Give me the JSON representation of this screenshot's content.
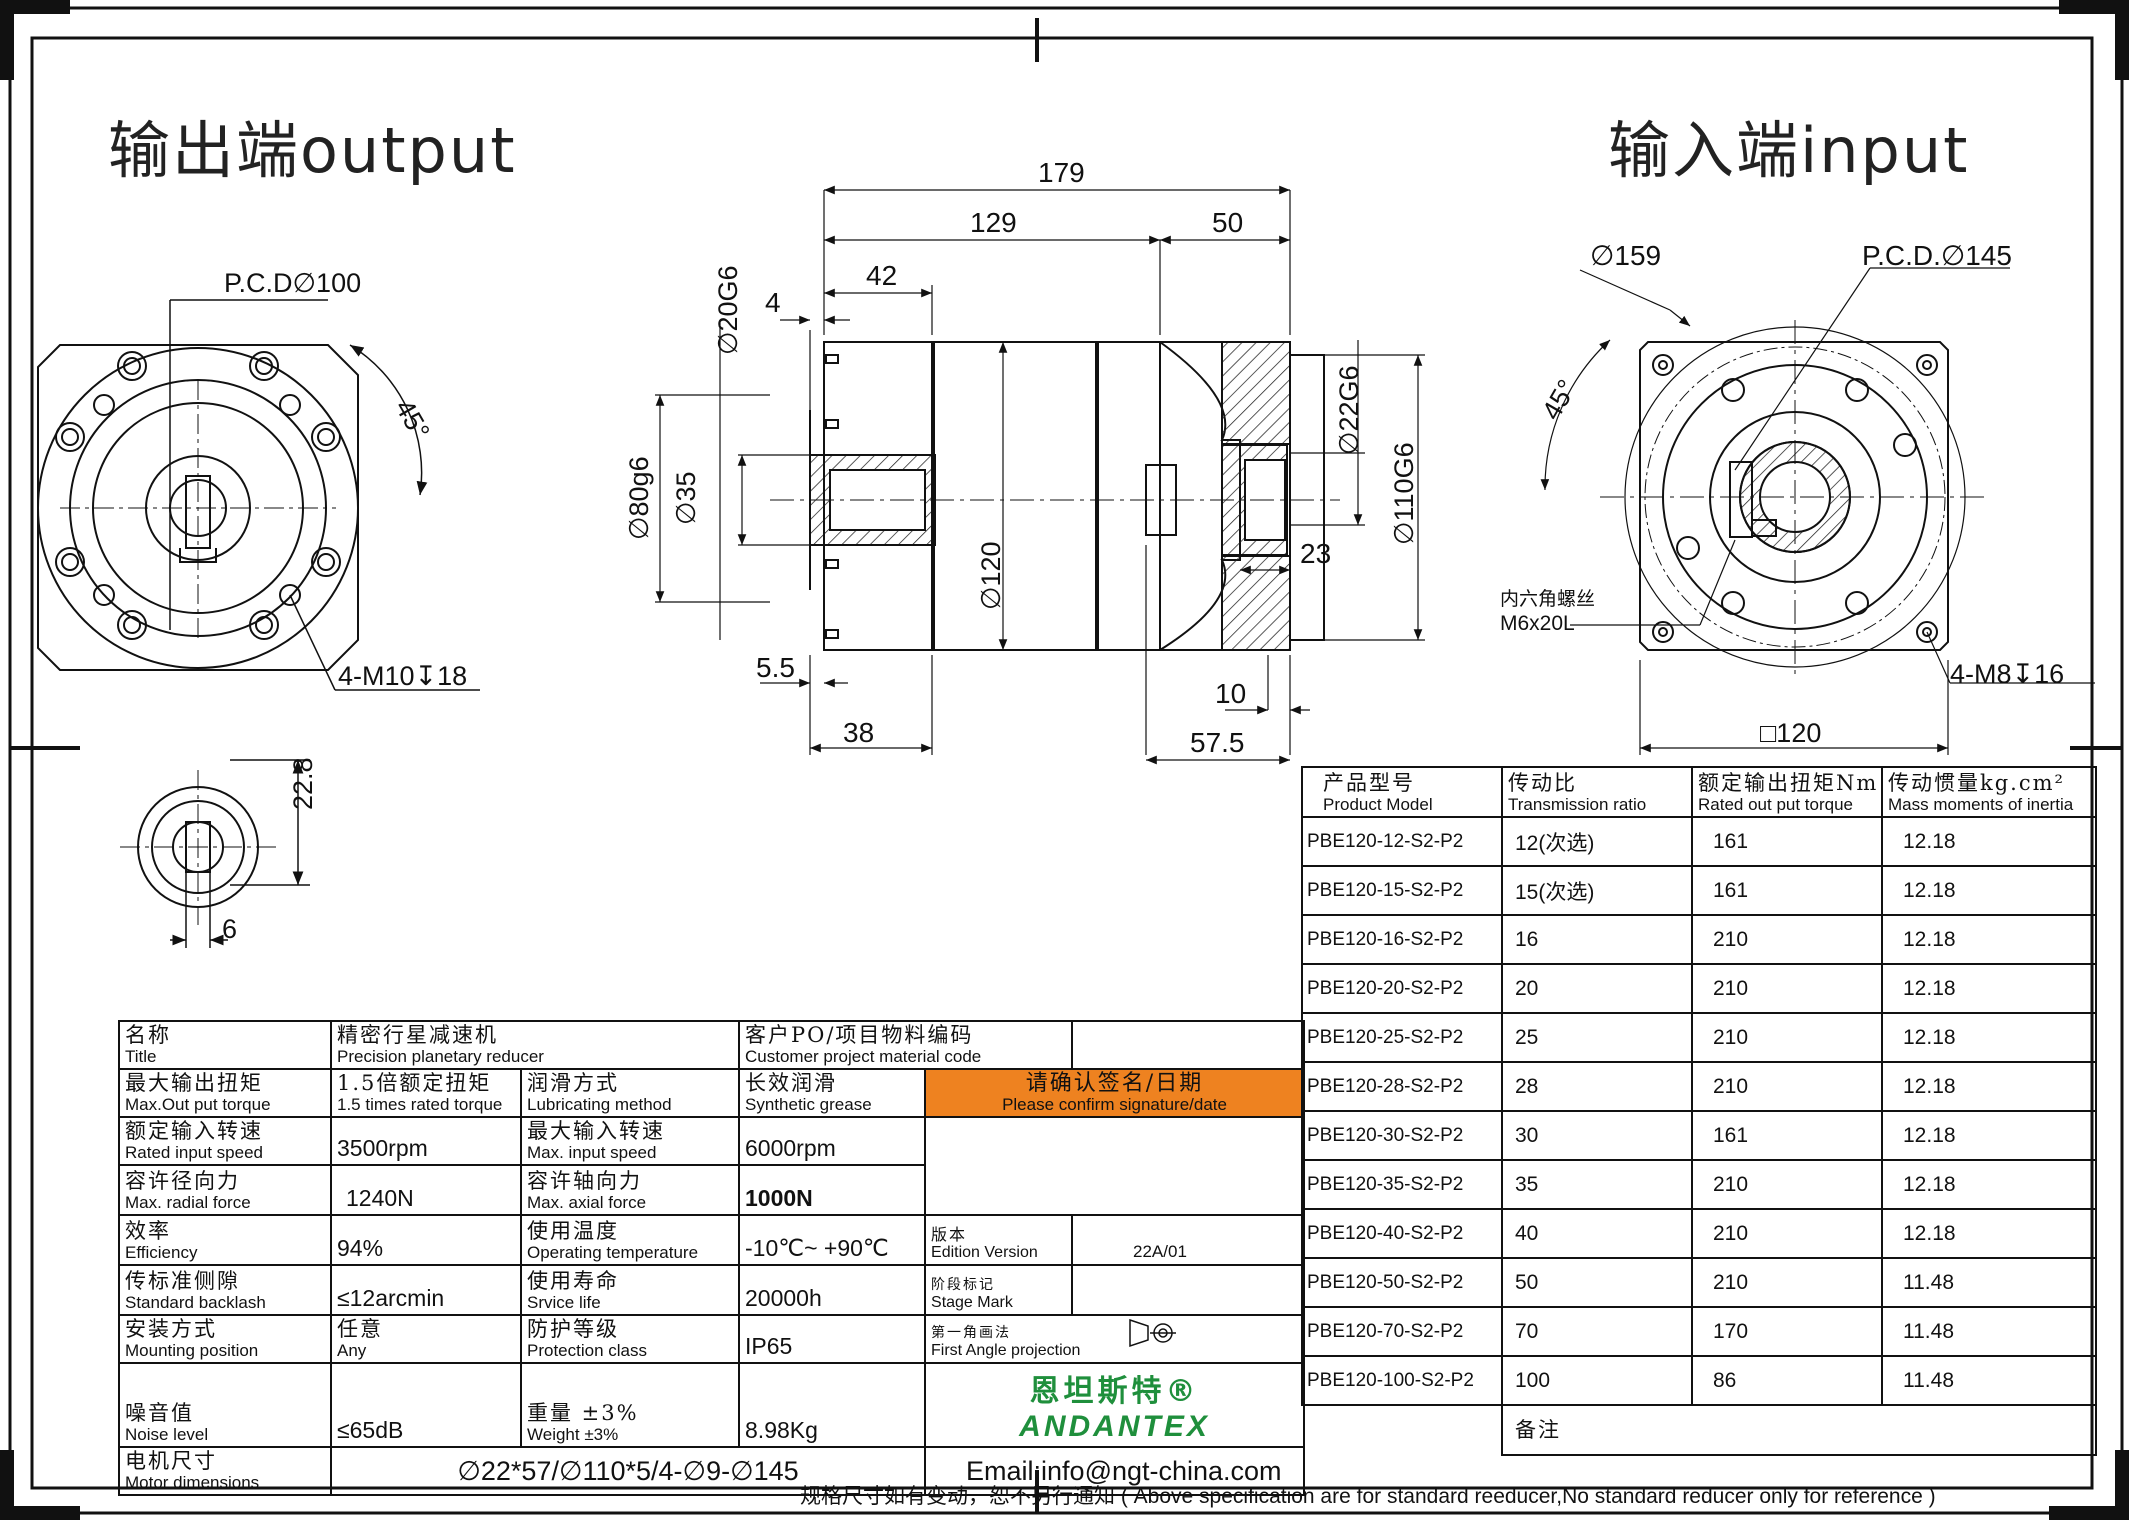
{
  "views": {
    "output_title": "输出端output",
    "input_title": "输入端input",
    "output": {
      "pcd": "P.C.D∅100",
      "angle": "45°",
      "thread": "4-M10↧18"
    },
    "keyway": {
      "height": "22.8",
      "width": "6"
    },
    "side": {
      "overall_length": "179",
      "body_length": "129",
      "input_length": "50",
      "flange_offset": "42",
      "shaft_step": "4",
      "shaft_dia": "∅20G6",
      "pilot_dia": "∅80g6",
      "key_dia": "∅35",
      "body_dia": "∅120",
      "input_bore": "∅22G6",
      "input_pilot": "∅110G6",
      "bore_depth": "23",
      "shoulder": "5.5",
      "shaft_len": "38",
      "rear_step": "10",
      "rear_len": "57.5"
    },
    "input": {
      "outer_dia": "∅159",
      "pcd": "P.C.D.∅145",
      "angle": "45°",
      "screw_zh": "内六角螺丝",
      "screw": "M6x20L",
      "thread": "4-M8↧16",
      "square": "□120"
    }
  },
  "spec": {
    "title_zh": "名称",
    "title_en": "Title",
    "title_val_zh": "精密行星减速机",
    "title_val_en": "Precision planetary reducer",
    "cust_zh": "客户PO/项目物料编码",
    "cust_en": "Customer project material code",
    "torque_zh": "最大输出扭矩",
    "torque_en": "Max.Out put torque",
    "torque_val_zh": "1.5倍额定扭矩",
    "torque_val_en": "1.5 times rated torque",
    "lub_zh": "润滑方式",
    "lub_en": "Lubricating method",
    "lub_val_zh": "长效润滑",
    "lub_val_en": "Synthetic grease",
    "confirm_zh": "请确认签名/日期",
    "confirm_en": "Please confirm signature/date",
    "rin_zh": "额定输入转速",
    "rin_en": "Rated input speed",
    "rin_val": "3500rpm",
    "maxin_zh": "最大输入转速",
    "maxin_en": "Max. input speed",
    "maxin_val": "6000rpm",
    "rad_zh": "容许径向力",
    "rad_en": "Max. radial force",
    "rad_val": "1240N",
    "ax_zh": "容许轴向力",
    "ax_en": "Max. axial force",
    "ax_val": "1000N",
    "eff_zh": "效率",
    "eff_en": "Efficiency",
    "eff_val": "94%",
    "temp_zh": "使用温度",
    "temp_en": "Operating temperature",
    "temp_val": "-10℃~ +90℃",
    "ed_zh": "版本",
    "ed_en": "Edition Version",
    "ed_val": "22A/01",
    "bl_zh": "传标准侧隙",
    "bl_en": "Standard backlash",
    "bl_val": "≤12arcmin",
    "life_zh": "使用寿命",
    "life_en": "Srvice life",
    "life_val": "20000h",
    "stage_zh": "阶段标记",
    "stage_en": "Stage Mark",
    "mount_zh": "安装方式",
    "mount_en": "Mounting position",
    "mount_val_zh": "任意",
    "mount_val_en": "Any",
    "prot_zh": "防护等级",
    "prot_en": "Protection class",
    "prot_val": "IP65",
    "proj_zh": "第一角画法",
    "proj_en": "First Angle projection",
    "noise_zh": "噪音值",
    "noise_en": "Noise level",
    "noise_val": "≤65dB",
    "wt_zh": "重量 ±3%",
    "wt_en": "Weight ±3%",
    "wt_val": "8.98Kg",
    "brand_zh": "恩坦斯特®",
    "brand_en": "ANDANTEX",
    "motor_zh": "电机尺寸",
    "motor_en": "Motor dimensions",
    "motor_val": "∅22*57/∅110*5/4-∅9-∅145",
    "email": "Email:info@ngt-china.com",
    "remark": "备注"
  },
  "product_table": {
    "headers": [
      {
        "zh": "产品型号",
        "en": "Product Model"
      },
      {
        "zh": "传动比",
        "en": "Transmission ratio"
      },
      {
        "zh": "额定输出扭矩Nm",
        "en": "Rated out put torque"
      },
      {
        "zh": "传动惯量kg.cm²",
        "en": "Mass moments of inertia"
      }
    ],
    "rows": [
      [
        "PBE120-12-S2-P2",
        "12(次选)",
        "161",
        "12.18"
      ],
      [
        "PBE120-15-S2-P2",
        "15(次选)",
        "161",
        "12.18"
      ],
      [
        "PBE120-16-S2-P2",
        "16",
        "210",
        "12.18"
      ],
      [
        "PBE120-20-S2-P2",
        "20",
        "210",
        "12.18"
      ],
      [
        "PBE120-25-S2-P2",
        "25",
        "210",
        "12.18"
      ],
      [
        "PBE120-28-S2-P2",
        "28",
        "210",
        "12.18"
      ],
      [
        "PBE120-30-S2-P2",
        "30",
        "161",
        "12.18"
      ],
      [
        "PBE120-35-S2-P2",
        "35",
        "210",
        "12.18"
      ],
      [
        "PBE120-40-S2-P2",
        "40",
        "210",
        "12.18"
      ],
      [
        "PBE120-50-S2-P2",
        "50",
        "210",
        "11.48"
      ],
      [
        "PBE120-70-S2-P2",
        "70",
        "170",
        "11.48"
      ],
      [
        "PBE120-100-S2-P2",
        "100",
        "86",
        "11.48"
      ]
    ]
  },
  "footer_note": "规格尺寸如有变动，恕不另行通知 ( Above specification are for standard reeducer,No standard reducer only for reference )"
}
